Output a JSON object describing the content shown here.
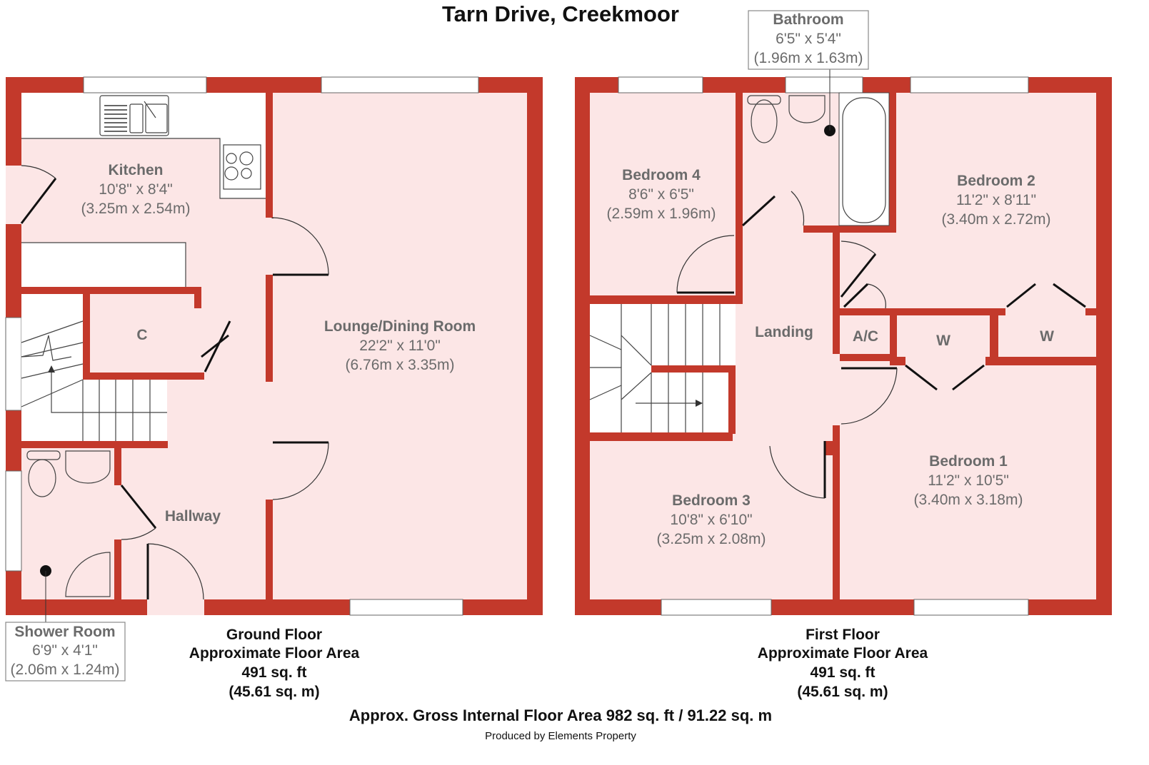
{
  "title": "Tarn Drive, Creekmoor",
  "rooms": {
    "kitchen": {
      "name": "Kitchen",
      "imperial": "10'8\" x 8'4\"",
      "metric": "(3.25m x 2.54m)"
    },
    "lounge": {
      "name": "Lounge/Dining Room",
      "imperial": "22'2\" x 11'0\"",
      "metric": "(6.76m x 3.35m)"
    },
    "cupboard": {
      "name": "C"
    },
    "hallway": {
      "name": "Hallway"
    },
    "shower": {
      "name": "Shower Room",
      "imperial": "6'9\" x 4'1\"",
      "metric": "(2.06m x 1.24m)"
    },
    "bathroom": {
      "name": "Bathroom",
      "imperial": "6'5\" x 5'4\"",
      "metric": "(1.96m x 1.63m)"
    },
    "bedroom4": {
      "name": "Bedroom 4",
      "imperial": "8'6\" x 6'5\"",
      "metric": "(2.59m x 1.96m)"
    },
    "bedroom2": {
      "name": "Bedroom 2",
      "imperial": "11'2\" x 8'11\"",
      "metric": "(3.40m x 2.72m)"
    },
    "landing": {
      "name": "Landing"
    },
    "ac": {
      "name": "A/C"
    },
    "w1": {
      "name": "W"
    },
    "w2": {
      "name": "W"
    },
    "bedroom1": {
      "name": "Bedroom 1",
      "imperial": "11'2\" x 10'5\"",
      "metric": "(3.40m x 3.18m)"
    },
    "bedroom3": {
      "name": "Bedroom 3",
      "imperial": "10'8\" x 6'10\"",
      "metric": "(3.25m x 2.08m)"
    }
  },
  "ground_floor": {
    "name": "Ground Floor",
    "label": "Approximate Floor Area",
    "sqft": "491 sq. ft",
    "sqm": "(45.61 sq. m)"
  },
  "first_floor": {
    "name": "First Floor",
    "label": "Approximate Floor Area",
    "sqft": "491 sq. ft",
    "sqm": "(45.61 sq. m)"
  },
  "total": "Approx. Gross Internal Floor Area 982 sq. ft / 91.22 sq. m",
  "credit": "Produced by Elements Property",
  "colors": {
    "wall": "#c3392b",
    "floor": "#fce6e6",
    "text": "#6b6b6b"
  }
}
